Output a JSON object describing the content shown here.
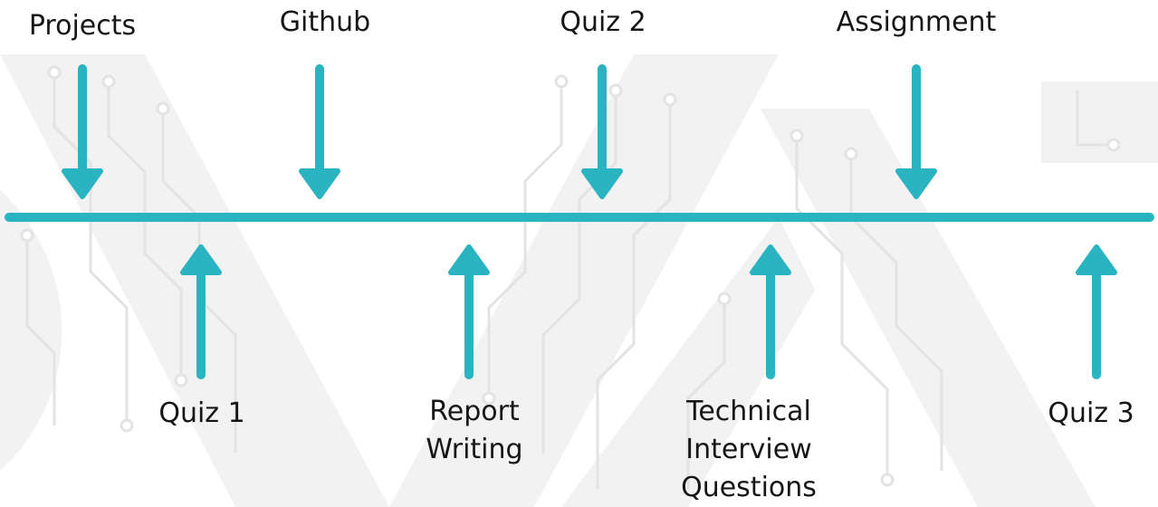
{
  "colors": {
    "accent": "#2ab3c1",
    "text": "#161616",
    "watermark": "#ededed"
  },
  "watermark": {
    "shape": "circuit-pattern V-shapes"
  },
  "timeline": {
    "above": [
      {
        "label": "Projects"
      },
      {
        "label": "Github"
      },
      {
        "label": "Quiz 2"
      },
      {
        "label": "Assignment"
      }
    ],
    "below": [
      {
        "label_lines": [
          "Quiz 1"
        ]
      },
      {
        "label_lines": [
          "Report",
          "Writing"
        ]
      },
      {
        "label_lines": [
          "Technical",
          "Interview",
          "Questions"
        ]
      },
      {
        "label_lines": [
          "Quiz 3"
        ]
      }
    ]
  }
}
